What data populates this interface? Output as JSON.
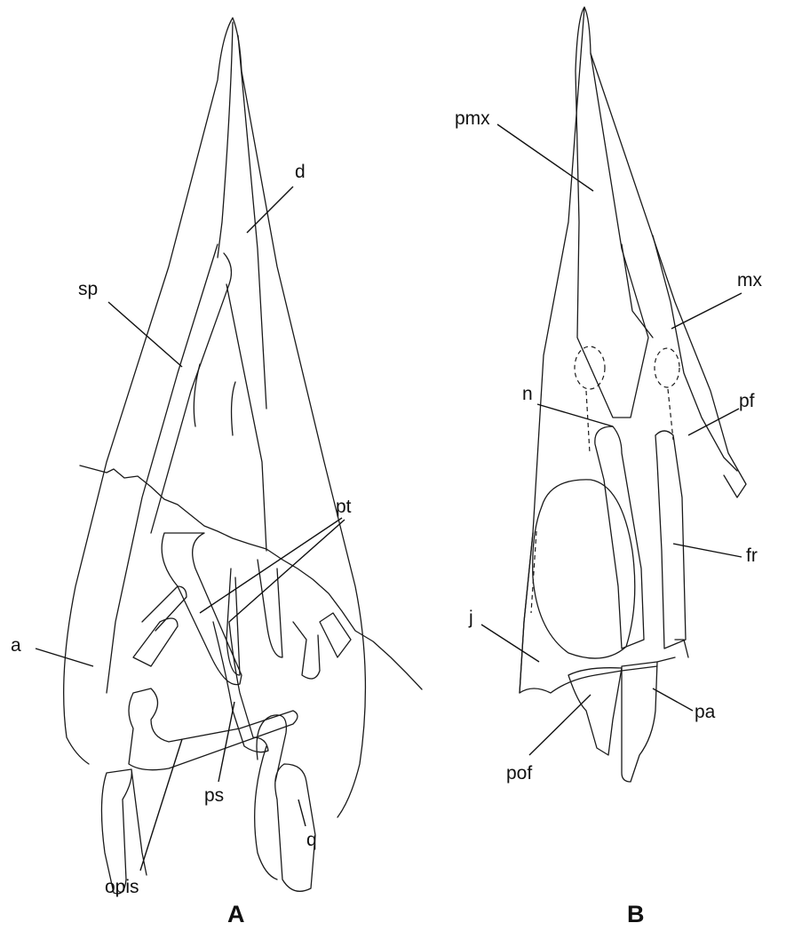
{
  "panels": [
    {
      "id": "A",
      "label": "A",
      "labels": {
        "d": "d",
        "sp": "sp",
        "pt": "pt",
        "a": "a",
        "ps": "ps",
        "q": "q",
        "opis": "opis"
      }
    },
    {
      "id": "B",
      "label": "B",
      "labels": {
        "pmx": "pmx",
        "mx": "mx",
        "n": "n",
        "pf": "pf",
        "fr": "fr",
        "j": "j",
        "pa": "pa",
        "pof": "pof"
      }
    }
  ]
}
